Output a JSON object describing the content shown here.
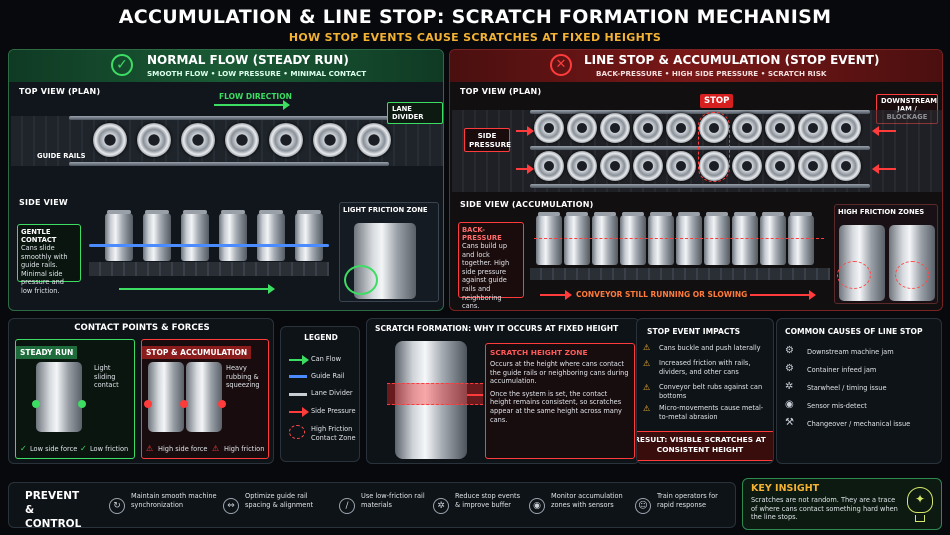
{
  "header": {
    "title": "ACCUMULATION & LINE STOP: SCRATCH FORMATION MECHANISM",
    "subtitle": "HOW STOP EVENTS CAUSE SCRATCHES AT FIXED HEIGHTS"
  },
  "normal": {
    "title": "NORMAL FLOW (STEADY RUN)",
    "subtitle": "SMOOTH FLOW • LOW PRESSURE • MINIMAL CONTACT",
    "top_view": "TOP VIEW (PLAN)",
    "flow_direction": "FLOW DIRECTION",
    "lane_divider": "LANE DIVIDER",
    "guide_rails": "GUIDE RAILS",
    "side_view": "SIDE VIEW",
    "gentle_title": "GENTLE CONTACT",
    "gentle_text": "Cans slide smoothly with guide rails. Minimal side pressure and low friction.",
    "light_zone": "LIGHT FRICTION ZONE"
  },
  "stop": {
    "title": "LINE STOP & ACCUMULATION (STOP EVENT)",
    "subtitle": "BACK-PRESSURE • HIGH SIDE PRESSURE • SCRATCH RISK",
    "top_view": "TOP VIEW (PLAN)",
    "stop_label": "STOP",
    "downstream": "DOWNSTREAM JAM / BLOCKAGE",
    "side_pressure": "SIDE PRESSURE",
    "side_view": "SIDE VIEW (ACCUMULATION)",
    "back_title": "BACK-PRESSURE",
    "back_text": "Cans build up and lock together. High side pressure against guide rails and neighboring cans.",
    "high_zones": "HIGH FRICTION ZONES",
    "conveyor": "CONVEYOR STILL RUNNING OR SLOWING"
  },
  "contact": {
    "title": "CONTACT POINTS & FORCES",
    "steady": "STEADY RUN",
    "steady_note": "Light sliding contact",
    "low_side": "Low side force",
    "low_friction": "Low friction",
    "stop": "STOP & ACCUMULATION",
    "stop_note": "Heavy rubbing & squeezing",
    "high_side": "High side force",
    "high_friction": "High friction"
  },
  "legend": {
    "title": "LEGEND",
    "items": [
      "Can Flow",
      "Guide Rail",
      "Lane Divider",
      "Side Pressure",
      "High Friction Contact Zone"
    ]
  },
  "scratch": {
    "title": "SCRATCH FORMATION: WHY IT OCCURS AT FIXED HEIGHT",
    "zone_title": "SCRATCH HEIGHT ZONE",
    "p1": "Occurs at the height where cans contact the guide rails or neighboring cans during accumulation.",
    "p2": "Once the system is set, the contact height remains consistent, so scratches appear at the same height across many cans."
  },
  "impacts": {
    "title": "STOP EVENT IMPACTS",
    "items": [
      "Cans buckle and push laterally",
      "Increased friction with rails, dividers, and other cans",
      "Conveyor belt rubs against can bottoms",
      "Micro-movements cause metal-to-metal abrasion"
    ],
    "result": "RESULT: VISIBLE SCRATCHES AT CONSISTENT HEIGHT"
  },
  "causes": {
    "title": "COMMON CAUSES OF LINE STOP",
    "items": [
      "Downstream machine jam",
      "Container infeed jam",
      "Starwheel / timing issue",
      "Sensor mis-detect",
      "Changeover / mechanical issue"
    ]
  },
  "prevent": {
    "title": "PREVENT & CONTROL",
    "items": [
      "Maintain smooth machine synchronization",
      "Optimize guide rail spacing & alignment",
      "Use low-friction rail materials",
      "Reduce stop events & improve buffer",
      "Monitor accumulation zones with sensors",
      "Train operators for rapid response"
    ]
  },
  "insight": {
    "title": "KEY INSIGHT",
    "text": "Scratches are not random. They are a trace of where cans contact something hard when the line stops."
  },
  "colors": {
    "green": "#3ddc63",
    "red": "#ff3b3b",
    "orange": "#f3b233",
    "rail": "#4a8cff"
  }
}
